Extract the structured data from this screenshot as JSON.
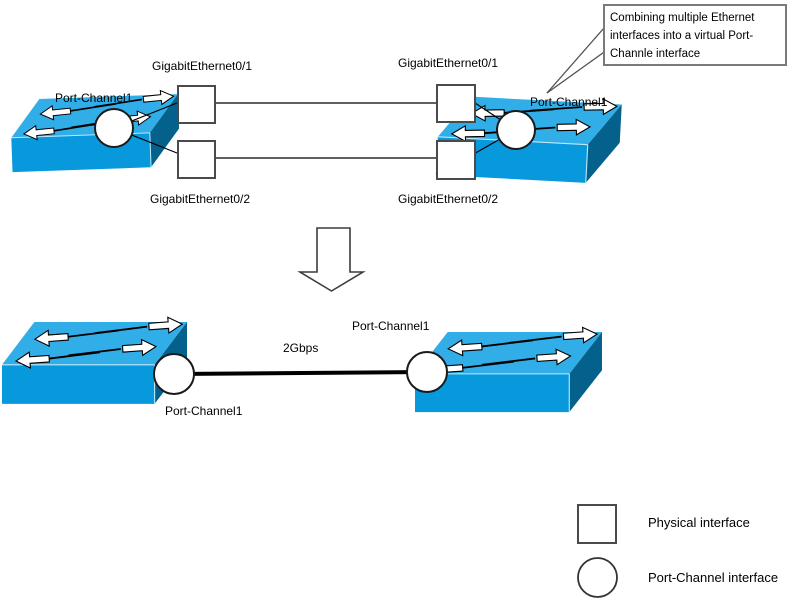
{
  "before": {
    "left_port_channel": "Port-Channel1",
    "right_port_channel": "Port-Channel1",
    "left_interface_1": "GigabitEthernet0/1",
    "left_interface_2": "GigabitEthernet0/2",
    "right_interface_1": "GigabitEthernet0/1",
    "right_interface_2": "GigabitEthernet0/2",
    "callout_text": "Combining multiple Ethernet interfaces into a virtual Port-Channle interface"
  },
  "after": {
    "left_port_channel": "Port-Channel1",
    "right_port_channel": "Port-Channel1",
    "link_bandwidth": "2Gbps"
  },
  "legend": {
    "physical_interface": "Physical interface",
    "port_channel_interface": "Port-Channel interface"
  },
  "icons": {
    "switch-icon": "isometric blue slab with four white traffic arrows",
    "physical-interface-icon": "white square outline",
    "port-channel-interface-icon": "white circle outline",
    "down-arrow-icon": "white block arrow pointing down",
    "callout-leader-lines": "two converging gray lines"
  },
  "colors": {
    "switch_top": "#31AEE7",
    "switch_front": "#0899DC",
    "switch_side": "#04618C",
    "line": "#000000",
    "square_border": "#4a4a4a",
    "callout_border": "#7a7a7a"
  }
}
